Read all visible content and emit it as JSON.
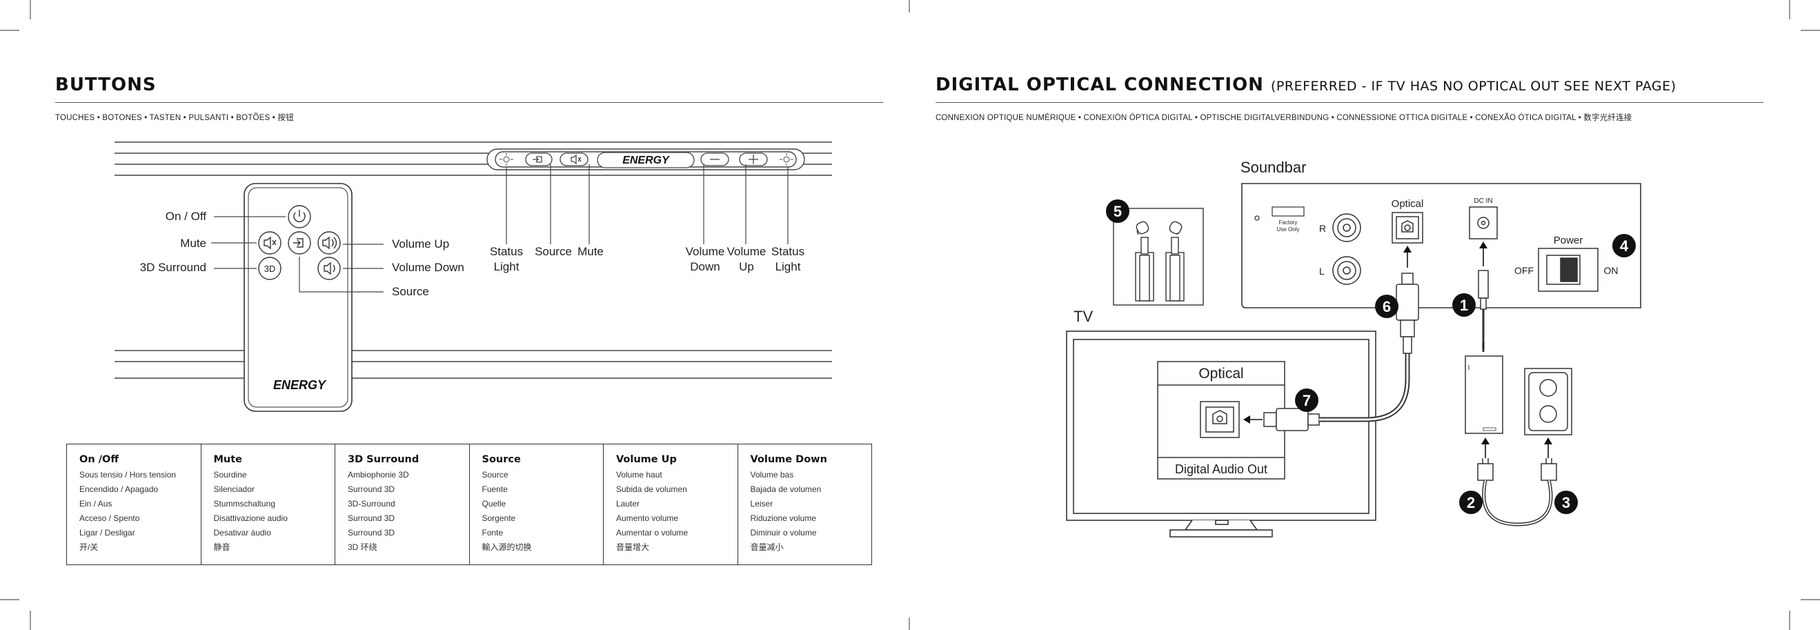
{
  "left": {
    "title": "BUTTONS",
    "languages": "TOUCHES • BOTONES • TASTEN • PULSANTI • BOTÕES • 按钮",
    "remote_labels": {
      "on_off": "On / Off",
      "mute": "Mute",
      "surround": "3D Surround",
      "volume_up": "Volume Up",
      "volume_down": "Volume Down",
      "source": "Source",
      "brand": "ENERGY"
    },
    "bar_labels": {
      "status_light_l1": "Status",
      "status_light_l2": "Light",
      "source": "Source",
      "mute": "Mute",
      "volume_down_l1": "Volume",
      "volume_down_l2": "Down",
      "volume_up_l1": "Volume",
      "volume_up_l2": "Up",
      "status_light_r1": "Status",
      "status_light_r2": "Light",
      "brand": "ENERGY"
    },
    "table": [
      {
        "header": "On /Off",
        "items": [
          "Sous tensio  / Hors tension",
          "Encendido / Apagado",
          "Ein / Aus",
          "Acceso / Spento",
          "Ligar / Desligar",
          "开/关"
        ]
      },
      {
        "header": "Mute",
        "items": [
          "Sourdine",
          "Silenciador",
          "Stummschaltung",
          "Disattivazione audio",
          "Desativar áudio",
          "静音"
        ]
      },
      {
        "header": "3D Surround",
        "items": [
          "Ambiophonie 3D",
          "Surround 3D",
          "3D-Surround",
          "Surround 3D",
          "Surround 3D",
          "3D 环绕"
        ]
      },
      {
        "header": "Source",
        "items": [
          "Source",
          "Fuente",
          "Quelle",
          "Sorgente",
          "Fonte",
          "輸入源的切换"
        ]
      },
      {
        "header": "Volume Up",
        "items": [
          "Volume haut",
          "Subida de volumen",
          "Lauter",
          "Aumento volume",
          "Aumentar o volume",
          "音量增大"
        ]
      },
      {
        "header": "Volume Down",
        "items": [
          "Volume bas",
          "Bajada de volumen",
          "Leiser",
          "Riduzione volume",
          "Diminuir o volume",
          "音量减小"
        ]
      }
    ]
  },
  "right": {
    "title": "DIGITAL OPTICAL CONNECTION",
    "title_note": "(PREFERRED - IF TV HAS NO OPTICAL OUT SEE NEXT PAGE)",
    "languages": "CONNEXION OPTIQUE NUMÉRIQUE • CONEXIÓN ÓPTICA DIGITAL • OPTISCHE DIGITALVERBINDUNG • CONNESSIONE OTTICA DIGITALE • CONEXÃO ÓTICA DIGITAL • 数字光纤连接",
    "soundbar_label": "Soundbar",
    "factory_l1": "Factory",
    "factory_l2": "Use Only",
    "r_label": "R",
    "l_label": "L",
    "optical_port_label": "Optical",
    "dc_in_label": "DC IN",
    "power_label": "Power",
    "off_label": "OFF",
    "on_label": "ON",
    "tv_label": "TV",
    "tv_optical_label": "Optical",
    "digital_audio_out": "Digital Audio Out",
    "steps": [
      "1",
      "2",
      "3",
      "4",
      "5",
      "6",
      "7"
    ]
  }
}
